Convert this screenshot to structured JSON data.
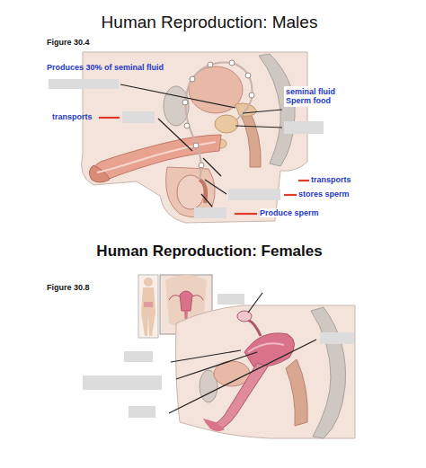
{
  "diagram": {
    "title": "Human Reproduction: Males",
    "labels": [
      "Figure 30.4",
      "Produces 30% of seminal fluid",
      "transports",
      "seminal fluid Sperm food",
      "transports",
      "stores sperm",
      "Produce sperm",
      "Human Reproduction: Females",
      "Figure 30.8"
    ]
  }
}
